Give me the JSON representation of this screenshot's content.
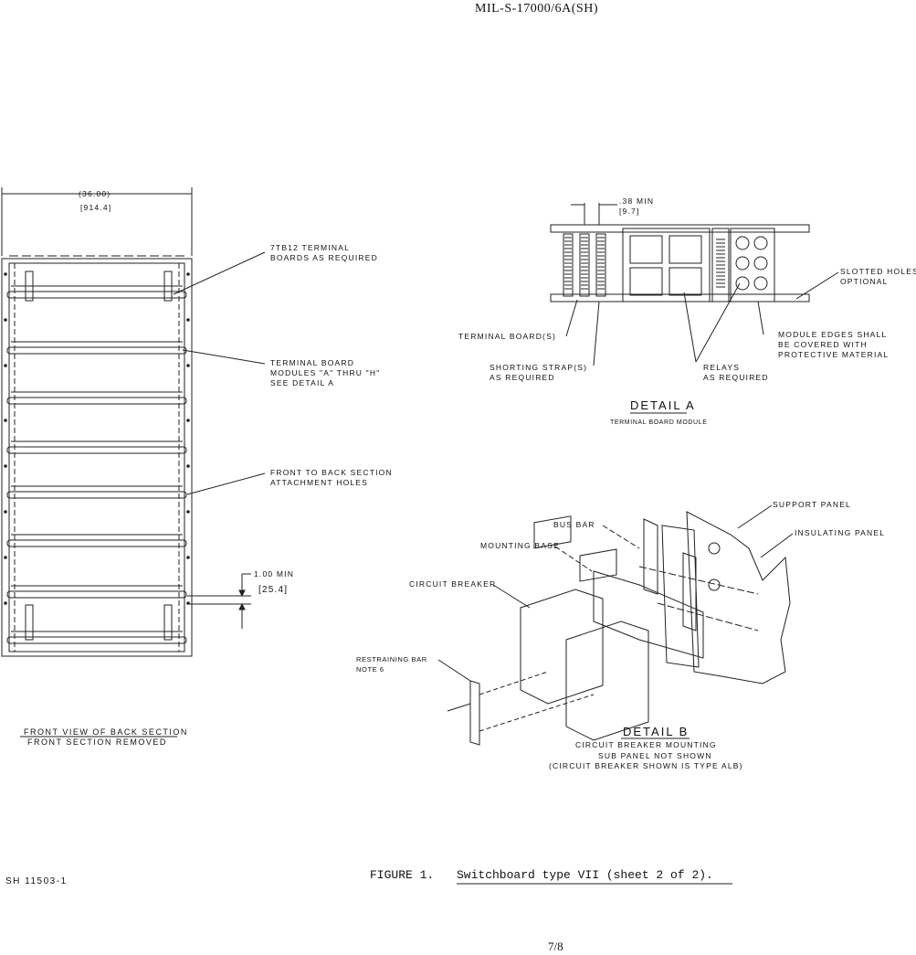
{
  "header": {
    "doc_number": "MIL-S-17000/6A(SH)"
  },
  "back_section": {
    "width_in": "(36.00)",
    "width_mm": "[914.4]",
    "spacing_in": "1.00 MIN",
    "spacing_mm": "[25.4]",
    "callout_boards": "7TB12 TERMINAL\nBOARDS AS REQUIRED",
    "callout_modules": "TERMINAL BOARD\nMODULES \"A\" THRU \"H\"\nSEE DETAIL A",
    "callout_holes": "FRONT TO BACK SECTION\nATTACHMENT HOLES",
    "caption_line1": "FRONT VIEW OF BACK SECTION",
    "caption_line2": "FRONT SECTION REMOVED"
  },
  "detail_a": {
    "dim_in": ".38 MIN",
    "dim_mm": "[9.7]",
    "callout_slotted": "SLOTTED HOLES\nOPTIONAL",
    "callout_boards": "TERMINAL BOARD(S)",
    "callout_edges": "MODULE EDGES SHALL\nBE COVERED WITH\nPROTECTIVE MATERIAL",
    "callout_strap": "SHORTING STRAP(S)\nAS REQUIRED",
    "callout_relays": "RELAYS\nAS REQUIRED",
    "title": "DETAIL A",
    "subtitle": "TERMINAL BOARD MODULE"
  },
  "detail_b": {
    "support_panel": "SUPPORT PANEL",
    "insulating_panel": "INSULATING PANEL",
    "bus_bar": "BUS BAR",
    "mounting_base": "MOUNTING BASE",
    "circuit_breaker": "CIRCUIT BREAKER",
    "restraining_bar": "RESTRAINING BAR\nNOTE 6",
    "title": "DETAIL B",
    "caption_line1": "CIRCUIT BREAKER MOUNTING",
    "caption_line2": "SUB PANEL NOT SHOWN",
    "caption_line3": "(CIRCUIT BREAKER SHOWN IS TYPE ALB)"
  },
  "footer": {
    "drawing_no": "SH 11503-1",
    "figure_label": "FIGURE 1.",
    "figure_title": "Switchboard type VII (sheet 2 of 2).",
    "page": "7/8"
  }
}
